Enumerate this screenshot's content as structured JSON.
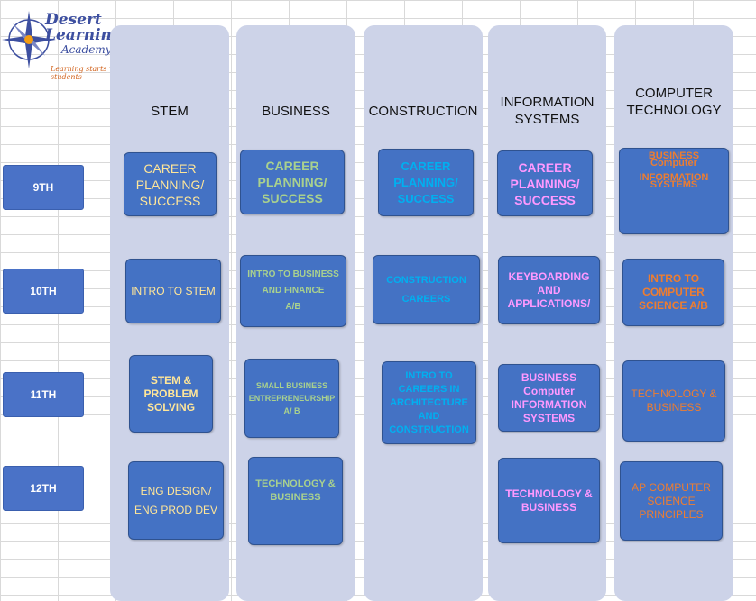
{
  "logo": {
    "name": "Desert\nLearning",
    "academy": "Academy",
    "tagline": "Learning starts with students",
    "icon": "compass-star-icon"
  },
  "columns": [
    {
      "header": "STEM"
    },
    {
      "header": "BUSINESS"
    },
    {
      "header": "CONSTRUCTION"
    },
    {
      "header": "INFORMATION\nSYSTEMS"
    },
    {
      "header": "COMPUTER\nTECHNOLOGY"
    }
  ],
  "grades": [
    "9TH",
    "10TH",
    "11TH",
    "12TH"
  ],
  "courses": {
    "stem": [
      "CAREER\nPLANNING/\nSUCCESS",
      "INTRO TO STEM",
      "STEM &\nPROBLEM\nSOLVING",
      "ENG DESIGN/\nENG PROD DEV"
    ],
    "business": [
      "CAREER\nPLANNING/\nSUCCESS",
      "INTRO TO BUSINESS\nAND FINANCE\nA/B",
      "SMALL  BUSINESS\nENTREPRENEURSHIP\nA/ B",
      "TECHNOLOGY &\nBUSINESS"
    ],
    "construction": [
      "CAREER\nPLANNING/\nSUCCESS",
      "CONSTRUCTION\nCAREERS",
      "INTRO TO\nCAREERS IN\nARCHITECTURE\nAND\nCONSTRUCTION"
    ],
    "information_systems": [
      "CAREER\nPLANNING/\nSUCCESS",
      "KEYBOARDING\nAND\nAPPLICATIONS/",
      "BUSINESS\nComputer\nINFORMATION\nSYSTEMS",
      "TECHNOLOGY &\nBUSINESS"
    ],
    "computer_technology": [
      "BUSINESS\nComputer\n\nINFORMATION\nSYSTEMS",
      "INTRO TO\nCOMPUTER\nSCIENCE A/B",
      "TECHNOLOGY &\nBUSINESS",
      "AP COMPUTER\nSCIENCE\nPRINCIPLES"
    ]
  },
  "colors": {
    "column_bg": "#cdd3e8",
    "box_bg": "#4472c4",
    "stem_text": "#ffe699",
    "business_text": "#a9d18e",
    "construction_text": "#00b0f0",
    "information_systems_text": "#ff99ff",
    "computer_technology_text": "#ed7d31"
  }
}
